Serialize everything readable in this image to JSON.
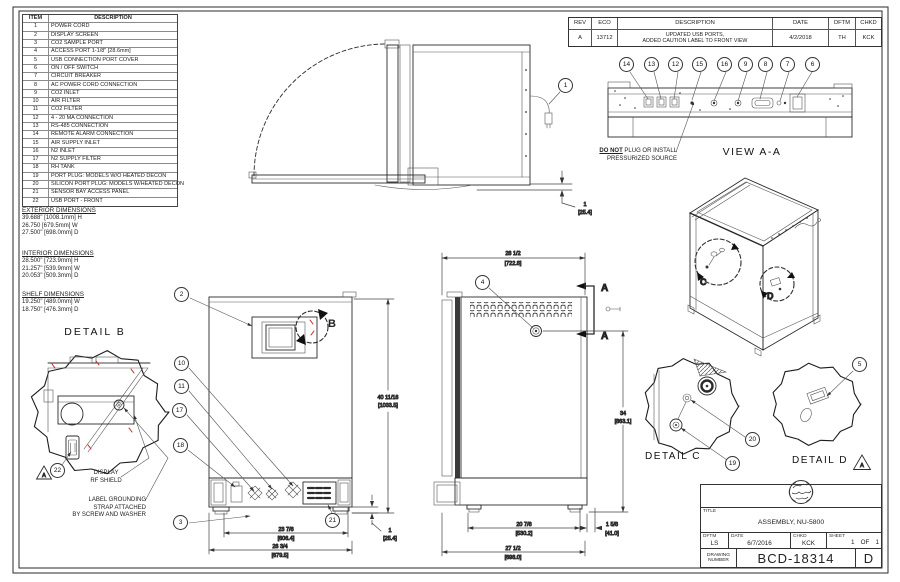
{
  "sheet": {
    "line_color": "#2b2b2b",
    "accent_red": "#cc2222"
  },
  "parts_table": {
    "headers": {
      "item": "ITEM",
      "description": "DESCRIPTION"
    },
    "rows": [
      {
        "item": "1",
        "desc": "POWER CORD"
      },
      {
        "item": "2",
        "desc": "DISPLAY SCREEN"
      },
      {
        "item": "3",
        "desc": "CO2 SAMPLE PORT"
      },
      {
        "item": "4",
        "desc": "ACCESS PORT 1-1/8\" [28.6mm]"
      },
      {
        "item": "5",
        "desc": "USB CONNECTION PORT COVER"
      },
      {
        "item": "6",
        "desc": "ON / OFF SWITCH"
      },
      {
        "item": "7",
        "desc": "CIRCUIT BREAKER"
      },
      {
        "item": "8",
        "desc": "AC POWER CORD CONNECTION"
      },
      {
        "item": "9",
        "desc": "CO2 INLET"
      },
      {
        "item": "10",
        "desc": "AIR FILTER"
      },
      {
        "item": "11",
        "desc": "CO2 FILTER"
      },
      {
        "item": "12",
        "desc": "4 - 20 MA CONNECTION"
      },
      {
        "item": "13",
        "desc": "RS-485 CONNECTION"
      },
      {
        "item": "14",
        "desc": "REMOTE ALARM CONNECTION"
      },
      {
        "item": "15",
        "desc": "AIR SUPPLY INLET"
      },
      {
        "item": "16",
        "desc": "N2 INLET"
      },
      {
        "item": "17",
        "desc": "N2 SUPPLY FILTER"
      },
      {
        "item": "18",
        "desc": "RH TANK"
      },
      {
        "item": "19",
        "desc": "PORT PLUG: MODELS W/O HEATED DECON"
      },
      {
        "item": "20",
        "desc": "SILICON PORT PLUG: MODELS W/HEATED DECON"
      },
      {
        "item": "21",
        "desc": "SENSOR BAY ACCESS PANEL"
      },
      {
        "item": "22",
        "desc": "USB PORT - FRONT"
      }
    ]
  },
  "dim_blocks": [
    {
      "title": "EXTERIOR DIMENSIONS",
      "lines": [
        "39.688\" [1008.1mm] H",
        "26.750 [679.5mm] W",
        "27.500\" [698.0mm] D"
      ]
    },
    {
      "title": "INTERIOR DIMENSIONS",
      "lines": [
        "28.500\" [723.9mm] H",
        "21.257\" [539.9mm] W",
        "20.053\" [509.3mm] D"
      ]
    },
    {
      "title": "SHELF DIMENSIONS",
      "lines": [
        "19.250\" [489.0mm] W",
        "18.750\" [476.3mm] D"
      ]
    }
  ],
  "revision_table": {
    "headers": [
      "REV",
      "ECO",
      "DESCRIPTION",
      "DATE",
      "DFTM",
      "CHKD"
    ],
    "row": {
      "rev": "A",
      "eco": "13712",
      "desc_line1": "UPDATED USB PORTS,",
      "desc_line2": "ADDED CAUTION LABEL TO FRONT VIEW",
      "date": "4/2/2018",
      "dftm": "TH",
      "chkd": "KCK"
    }
  },
  "view_labels": {
    "view_aa": "VIEW A-A",
    "detail_b": "DETAIL B",
    "detail_c": "DETAIL C",
    "detail_d": "DETAIL D"
  },
  "annotations": {
    "do_not_strong": "DO NOT",
    "do_not_rest": " PLUG OR INSTALL",
    "do_not_line2": "PRESSURIZED SOURCE",
    "display_line1": "DISPLAY",
    "display_line2": "RF SHIELD",
    "grounding_line1": "LABEL GROUNDING",
    "grounding_line2": "STRAP ATTACHED",
    "grounding_line3": "BY SCREW AND WASHER"
  },
  "dims": {
    "top_offset": {
      "in": "1",
      "mm": "[25.4]"
    },
    "front_height": {
      "in": "40 11/16",
      "mm": "[1033.5]"
    },
    "front_width_inner": {
      "in": "23 7/8",
      "mm": "[606.4]"
    },
    "front_width_outer": {
      "in": "26 3/4",
      "mm": "[679.5]"
    },
    "front_foot": {
      "in": "1",
      "mm": "[25.4]"
    },
    "side_width_top": {
      "in": "28 1/2",
      "mm": "[722.8]"
    },
    "side_height": {
      "in": "34",
      "mm": "[863.1]"
    },
    "side_width_inner": {
      "in": "20 7/8",
      "mm": "[530.2]"
    },
    "side_foot": {
      "in": "1 5/8",
      "mm": "[41.0]"
    },
    "side_width_outer": {
      "in": "27 1/2",
      "mm": "[698.0]"
    }
  },
  "balloons": {
    "power_cord": "1",
    "display": "2",
    "co2_sample": "3",
    "access_port": "4",
    "usb_cover": "5",
    "on_off": "6",
    "breaker": "7",
    "ac_conn": "8",
    "co2_inlet": "9",
    "air_filter": "10",
    "co2_filter": "11",
    "ma_conn": "12",
    "rs485": "13",
    "remote_alarm": "14",
    "air_supply": "15",
    "n2_inlet": "16",
    "n2_filter": "17",
    "rh_tank": "18",
    "port_plug": "19",
    "silicon_plug": "20",
    "sensor_bay": "21",
    "usb_front": "22"
  },
  "section": {
    "a": "A",
    "b": "B",
    "c": "C",
    "d": "D"
  },
  "rev_delta": "A",
  "title_block": {
    "title_label": "TITLE",
    "title": "ASSEMBLY, NU-5800",
    "dftm_label": "DFTM",
    "dftm": "LS",
    "date_label": "DATE",
    "date": "6/7/2016",
    "chkd_label": "CHKD",
    "chkd": "KCK",
    "sheet_label": "SHEET",
    "sheet_no": "1",
    "of_label": "OF",
    "sheet_total": "1",
    "drawing_label_1": "DRAWING",
    "drawing_label_2": "NUMBER",
    "drawing_number": "BCD-18314",
    "revision": "D"
  }
}
